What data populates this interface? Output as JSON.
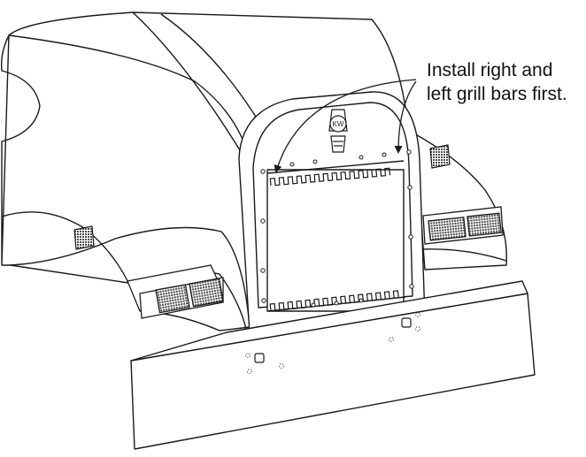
{
  "callout": {
    "line1": "Install right and",
    "line2": "left grill bars first."
  },
  "emblem": {
    "text": "KW"
  },
  "colors": {
    "stroke": "#1a1a1a",
    "background": "#ffffff",
    "lamp_lens": "#555555"
  }
}
